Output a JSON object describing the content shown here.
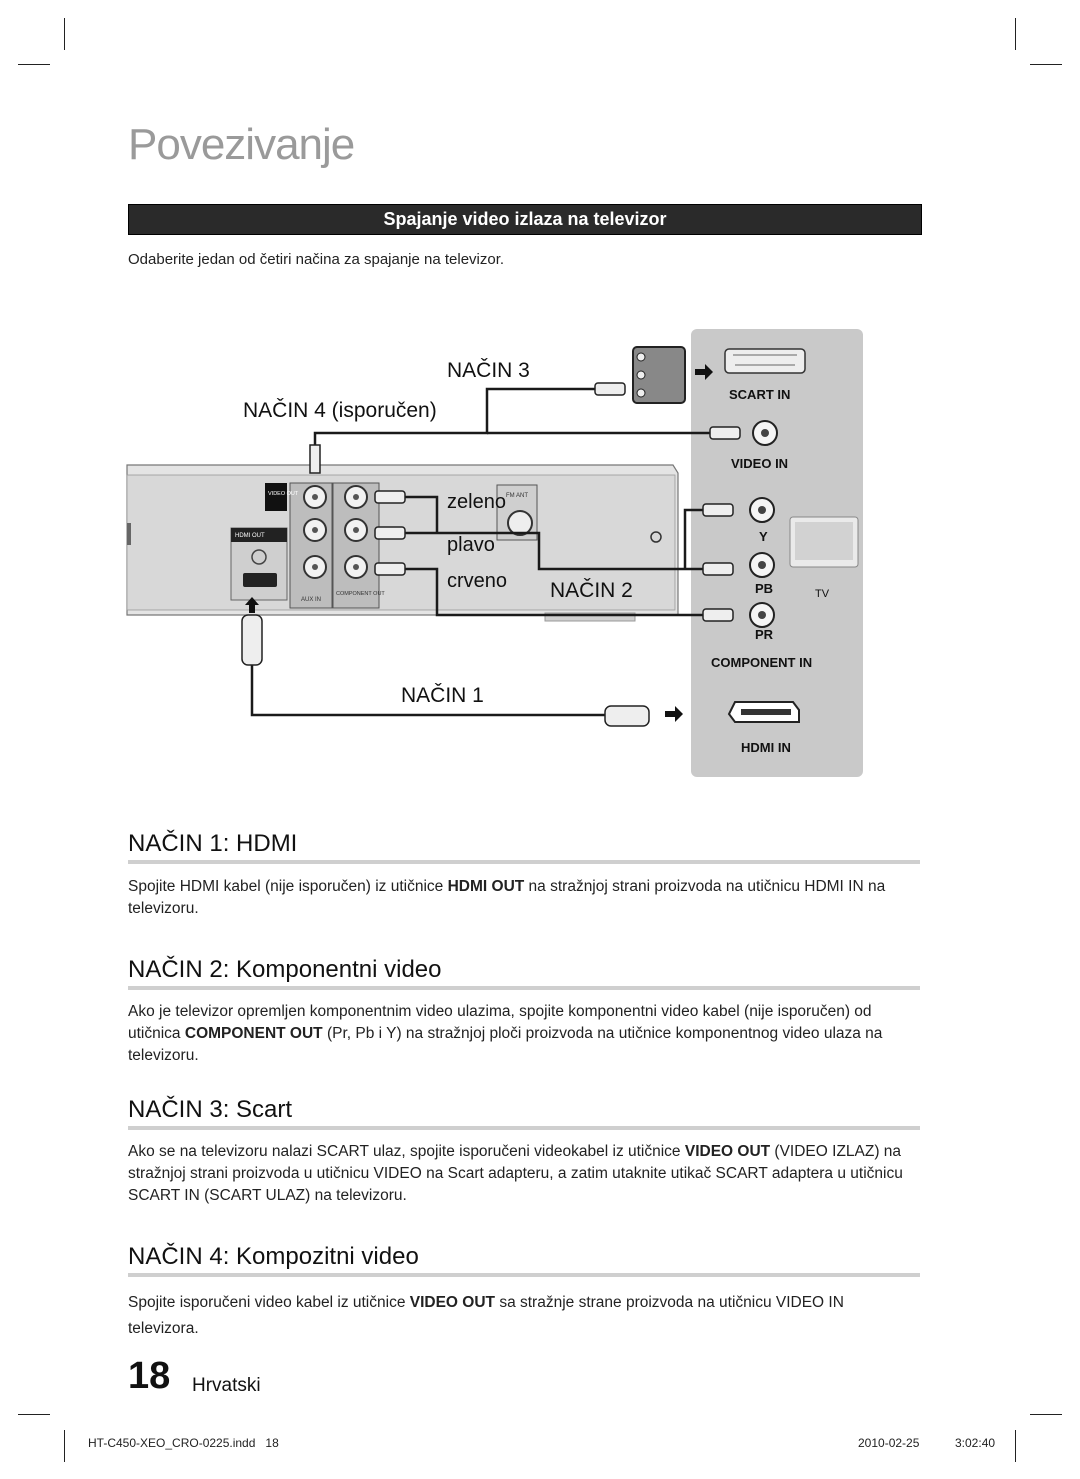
{
  "page": {
    "title": "Povezivanje",
    "section_header": "Spajanje video izlaza na televizor",
    "intro": "Odaberite jedan od četiri načina za spajanje na televizor."
  },
  "diagram": {
    "method3": "NAČIN 3",
    "method4": "NAČIN 4 (isporučen)",
    "method2": "NAČIN 2",
    "method1": "NAČIN 1",
    "color_green": "zeleno",
    "color_blue": "plavo",
    "color_red": "crveno",
    "video_out_label": "VIDEO OUT",
    "hdmi_out_label": "HDMI OUT",
    "aux_in_label": "AUX IN",
    "component_out_label": "COMPONENT OUT",
    "fm_ant_label": "FM ANT",
    "scart_in": "SCART IN",
    "video_in": "VIDEO  IN",
    "y_label": "Y",
    "pb_label": "PB",
    "pr_label": "PR",
    "tv_label": "TV",
    "component_in": "COMPONENT  IN",
    "hdmi_in": "HDMI IN",
    "colors": {
      "green": "#3c3c3c",
      "panel": "#c9c9c9"
    }
  },
  "methods": [
    {
      "heading": "NAČIN 1: HDMI",
      "text_before": "Spojite HDMI kabel (nije isporučen) iz utičnice ",
      "bold": "HDMI OUT",
      "text_after": " na stražnjoj strani proizvoda na utičnicu HDMI IN na televizoru."
    },
    {
      "heading": "NAČIN 2: Komponentni video",
      "text_before": "Ako je televizor opremljen komponentnim video ulazima, spojite komponentni video kabel (nije isporučen) od utičnica ",
      "bold": "COMPONENT OUT",
      "text_after": " (Pr, Pb i Y) na stražnjoj ploči proizvoda na utičnice komponentnog video ulaza na televizoru."
    },
    {
      "heading": "NAČIN 3: Scart",
      "text_before": "Ako se na televizoru nalazi SCART ulaz, spojite isporučeni videokabel iz utičnice ",
      "bold": "VIDEO OUT",
      "text_after": " (VIDEO IZLAZ) na stražnjoj strani proizvoda u utičnicu VIDEO na Scart adapteru, a zatim utaknite utikač SCART adaptera u utičnicu SCART IN (SCART ULAZ) na televizoru."
    },
    {
      "heading": "NAČIN 4: Kompozitni video",
      "text_before": "Spojite isporučeni video kabel iz utičnice ",
      "bold": "VIDEO OUT",
      "text_after": " sa stražnje strane proizvoda na utičnicu VIDEO IN televizora."
    }
  ],
  "footer": {
    "page_number": "18",
    "language": "Hrvatski",
    "file": "HT-C450-XEO_CRO-0225.indd   18",
    "date": "2010-02-25",
    "time": "3:02:40"
  }
}
